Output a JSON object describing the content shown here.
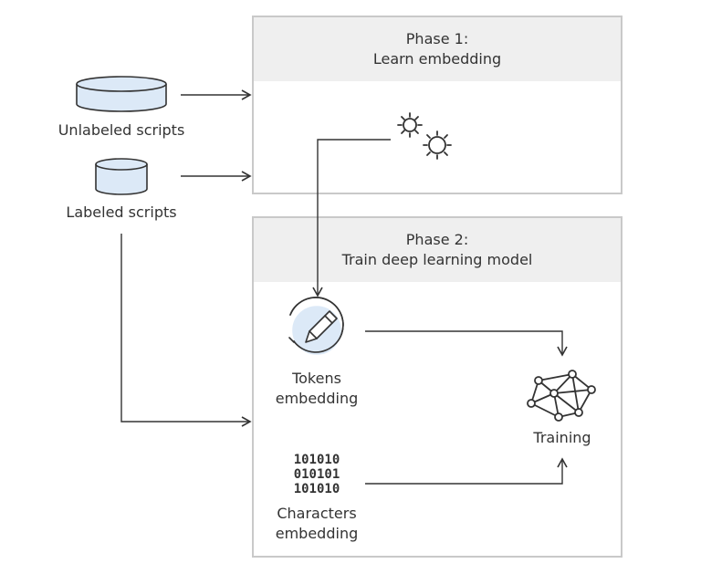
{
  "phase1": {
    "line1": "Phase 1:",
    "line2": "Learn embedding"
  },
  "phase2": {
    "line1": "Phase 2:",
    "line2": "Train deep learning model"
  },
  "sources": {
    "unlabeled": "Unlabeled scripts",
    "labeled": "Labeled scripts"
  },
  "nodes": {
    "tokens_line1": "Tokens",
    "tokens_line2": "embedding",
    "characters_line1": "Characters",
    "characters_line2": "embedding",
    "training": "Training",
    "binary_rows": [
      "101010",
      "010101",
      "101010"
    ]
  },
  "colors": {
    "panel_border": "#c9c9c9",
    "panel_header": "#efefef",
    "db_fill": "#dce9f7",
    "icon_stroke": "#333333",
    "arrow": "#333333"
  },
  "icons": [
    "database-icon",
    "gears-icon",
    "pencil-circle-icon",
    "binary-icon",
    "neural-network-icon"
  ]
}
